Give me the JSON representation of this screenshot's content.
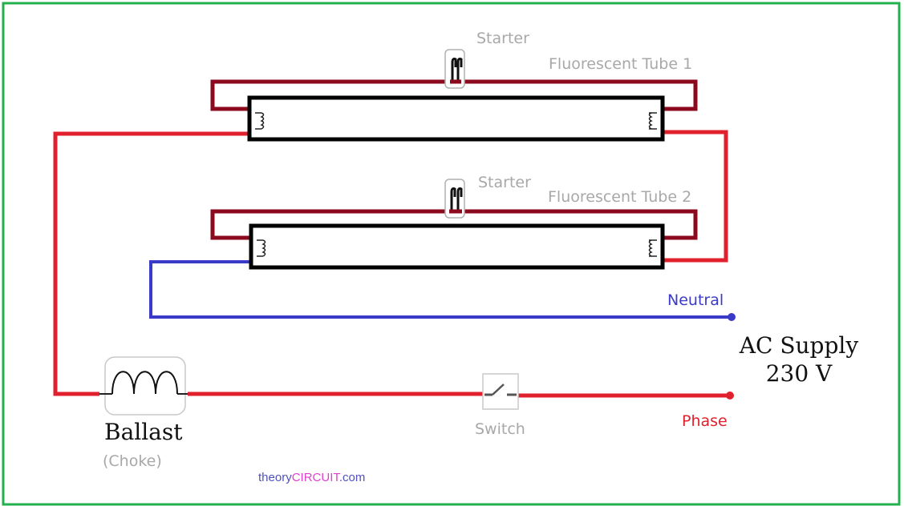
{
  "labels": {
    "starter_1": "Starter",
    "tube_1": "Fluorescent Tube 1",
    "starter_2": "Starter",
    "tube_2": "Fluorescent Tube 2",
    "neutral": "Neutral",
    "ac_supply_line1": "AC Supply",
    "ac_supply_line2": "230 V",
    "phase": "Phase",
    "switch": "Switch",
    "ballast": "Ballast",
    "choke": "(Choke)",
    "watermark_theory": "theory",
    "watermark_circuit": "CIRCUIT",
    "watermark_com": ".com"
  },
  "colors": {
    "frame": "#22b14c",
    "phase_wire": "#e0202c",
    "neutral_wire": "#3a3ac8",
    "starter_wire": "#8b0a1e",
    "tube_outline": "#000000",
    "label_gray": "#a8a8a8",
    "watermark_pink": "#e040d0",
    "watermark_blue": "#5050c0"
  },
  "icons": [
    "starter-icon",
    "ballast-coil-icon",
    "switch-icon",
    "tube-filament-icon"
  ]
}
